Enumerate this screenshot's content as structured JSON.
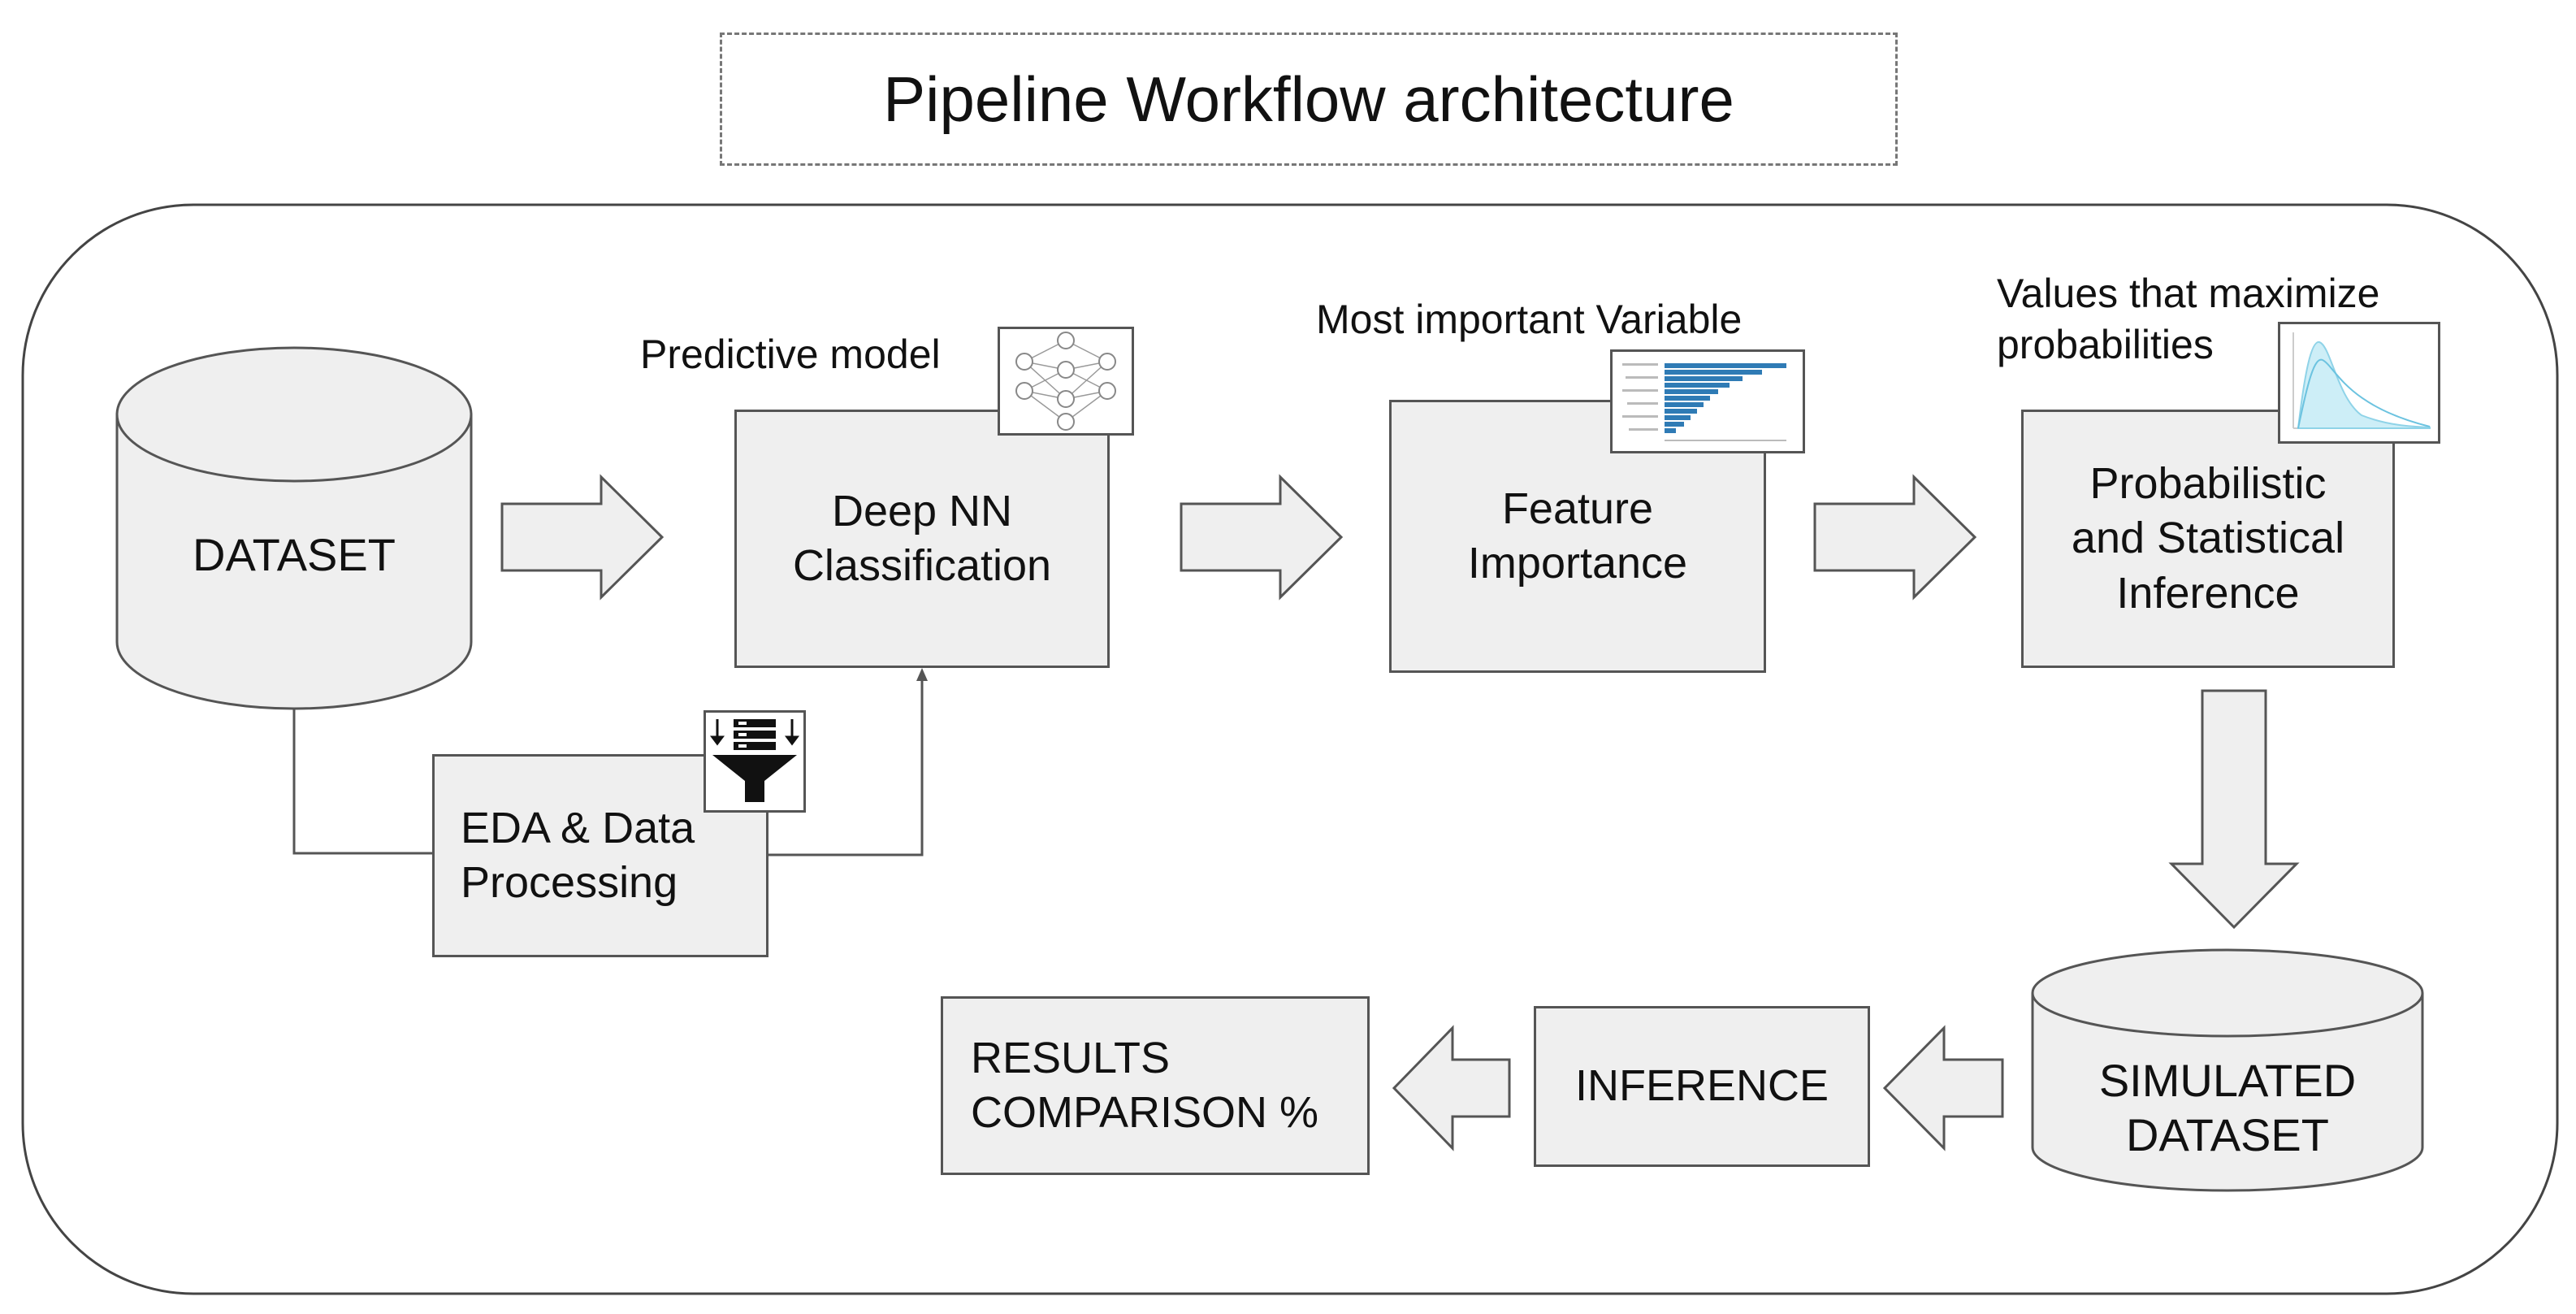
{
  "title": "Pipeline Workflow architecture",
  "nodes": {
    "dataset": "DATASET",
    "deep_nn": [
      "Deep NN",
      "Classification"
    ],
    "feature": [
      "Feature",
      "Importance"
    ],
    "probabilistic": [
      "Probabilistic",
      "and Statistical",
      "Inference"
    ],
    "eda": [
      "EDA & Data",
      "Processing"
    ],
    "simulated": [
      "SIMULATED",
      "DATASET"
    ],
    "inference": "INFERENCE",
    "results": [
      "RESULTS",
      "COMPARISON %"
    ]
  },
  "annotations": {
    "predictive_model": "Predictive model",
    "most_important_variable": "Most important Variable",
    "values_maximize": [
      "Values that maximize",
      "probabilities"
    ]
  },
  "colors": {
    "box_fill": "#efefef",
    "stroke": "#555555",
    "accent_bar": "#2f7bb5",
    "accent_dist": "#8fd3e8"
  },
  "icons": {
    "neural_network": "neural-network-icon",
    "bar_chart": "bar-chart-icon",
    "distribution": "distribution-plot-icon",
    "data_funnel": "data-funnel-icon"
  }
}
